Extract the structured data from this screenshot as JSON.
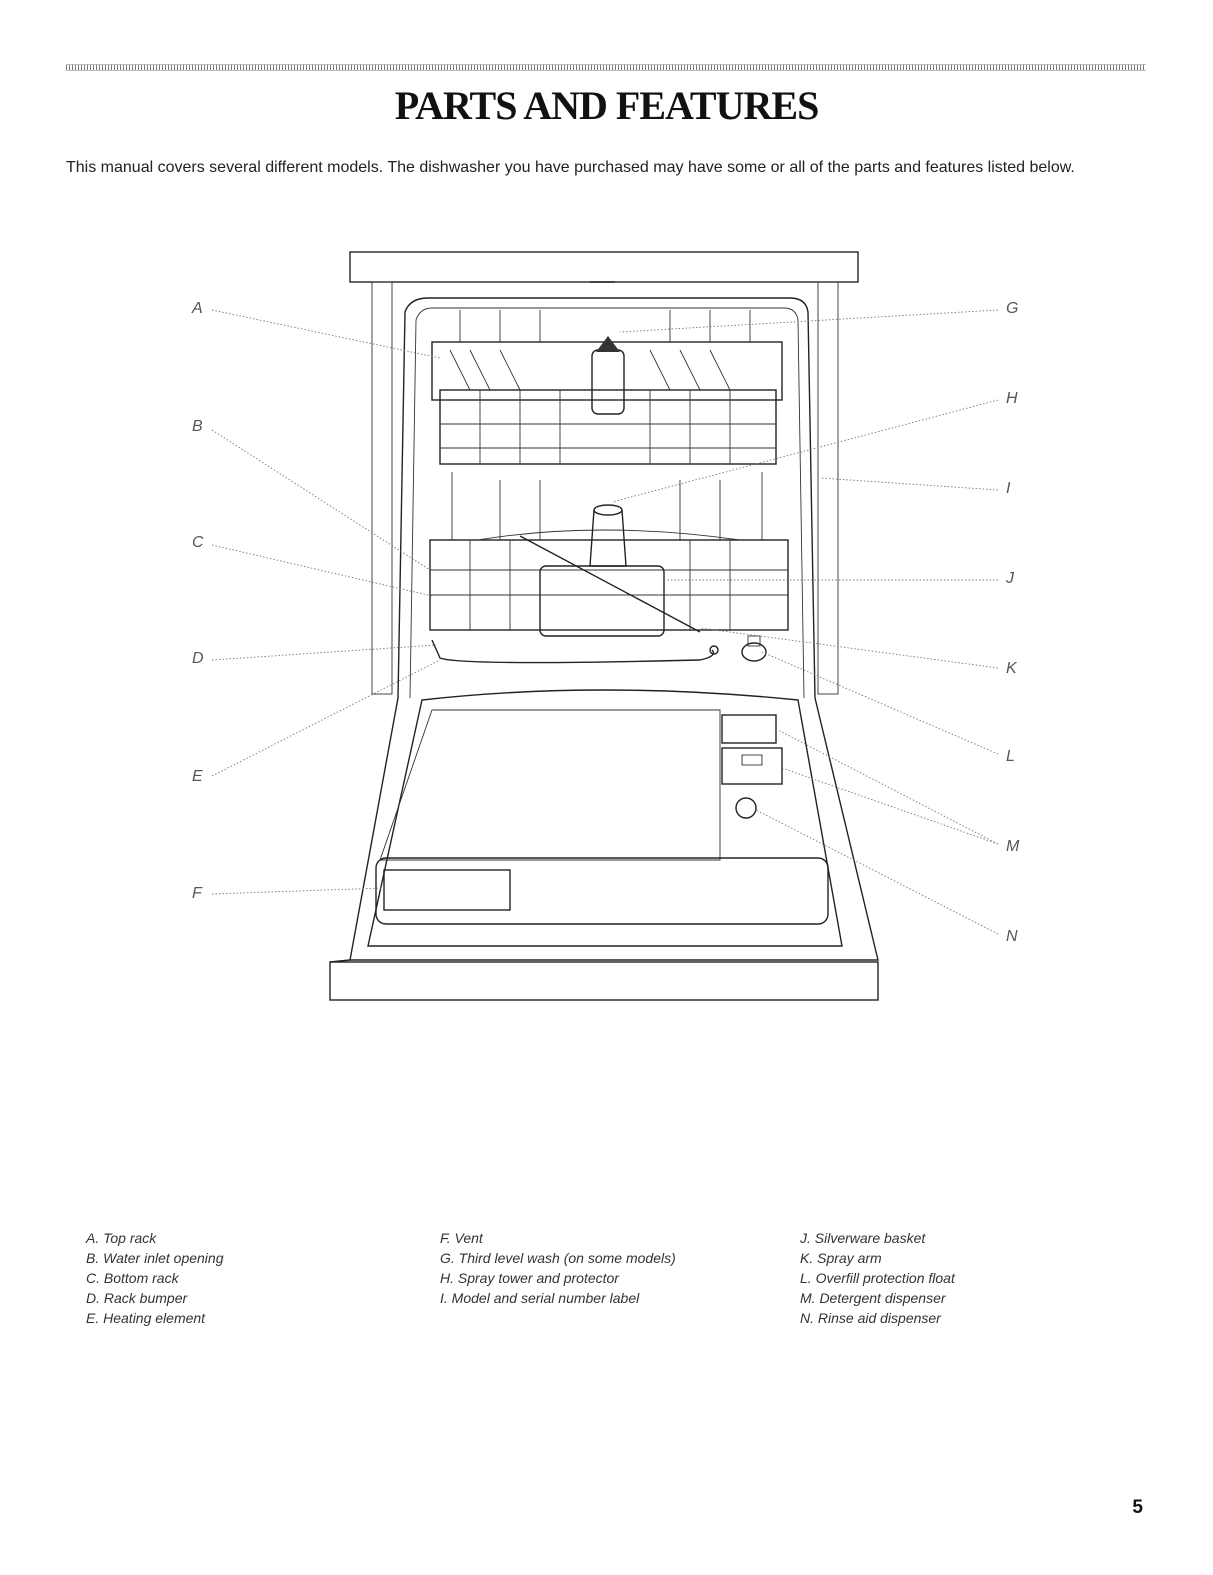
{
  "page": {
    "title": "PARTS AND FEATURES",
    "intro": "This manual covers several different models. The dishwasher you have purchased may have some or all of the parts and features listed below.",
    "page_number": "5"
  },
  "diagram": {
    "callouts": [
      "A",
      "B",
      "C",
      "D",
      "E",
      "F",
      "G",
      "H",
      "I",
      "J",
      "K",
      "L",
      "M",
      "N"
    ]
  },
  "legend": {
    "col1": [
      "A. Top rack",
      "B. Water inlet opening",
      "C. Bottom rack",
      "D. Rack bumper",
      "E. Heating element"
    ],
    "col2": [
      "F. Vent",
      "G. Third level wash (on some models)",
      "H. Spray tower and protector",
      "I. Model and serial number label"
    ],
    "col3": [
      "J. Silverware basket",
      "K. Spray arm",
      "L. Overfill protection float",
      "M. Detergent dispenser",
      "N. Rinse aid dispenser"
    ]
  },
  "icons": {
    "dishwasher": "dishwasher-illustration-icon"
  }
}
